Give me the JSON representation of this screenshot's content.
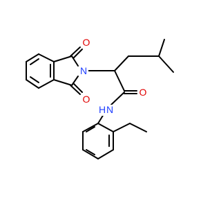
{
  "colors": {
    "background": "#ffffff",
    "carbon_bond": "#000000",
    "oxygen": "#e00000",
    "nitrogen": "#1f3fff"
  },
  "atoms": {
    "o_top": "O",
    "o_bottom": "O",
    "n_ring": "N",
    "o_amide": "O",
    "n_amide": "N",
    "h_amide": "H"
  }
}
